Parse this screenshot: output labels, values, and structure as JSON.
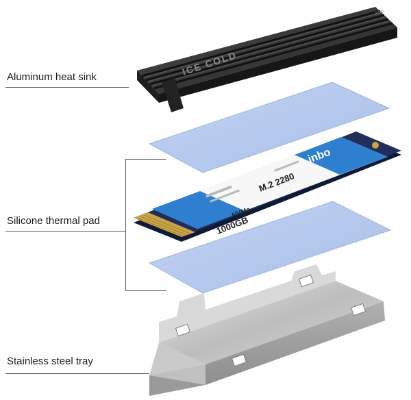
{
  "labels": {
    "heat_sink": "Aluminum heat sink",
    "thermal_pad": "Silicone thermal pad",
    "tray": "Stainless steel tray"
  },
  "heat_sink": {
    "engraving": "ICE COLD",
    "side_mark": "inbo"
  },
  "ssd": {
    "brand": "inbo",
    "form_factor": "M.2 2280",
    "interface": "NVMe",
    "capacity": "1000GB"
  },
  "colors": {
    "heat_sink": "#2b2b2b",
    "thermal_pad": "#b6c9ee",
    "ssd_pcb": "#1f2f5a",
    "ssd_label_accent": "#2f7fd0",
    "gold_contacts": "#c9a447",
    "tray": "#c8c8c8"
  }
}
